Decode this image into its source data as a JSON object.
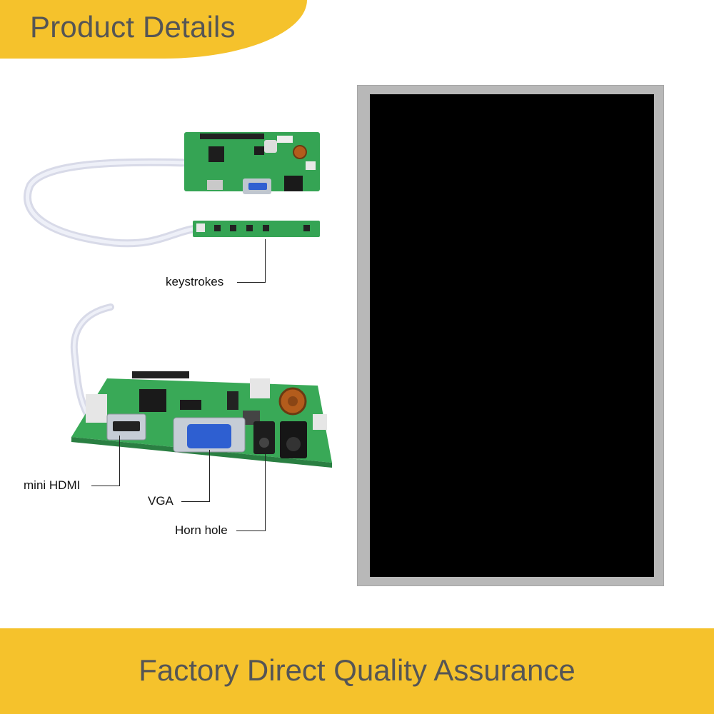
{
  "header": {
    "title": "Product Details"
  },
  "callouts": {
    "keystrokes": "keystrokes",
    "mini_hdmi": "mini HDMI",
    "vga": "VGA",
    "horn_hole": "Horn hole"
  },
  "footer": {
    "text": "Factory Direct Quality Assurance"
  },
  "colors": {
    "accent": "#f5c22c",
    "text": "#555555",
    "pcb": "#2f9e4f",
    "screen": "#000000"
  },
  "icons": [
    "controller-board-image",
    "keypad-board-image",
    "lcd-panel-image"
  ]
}
